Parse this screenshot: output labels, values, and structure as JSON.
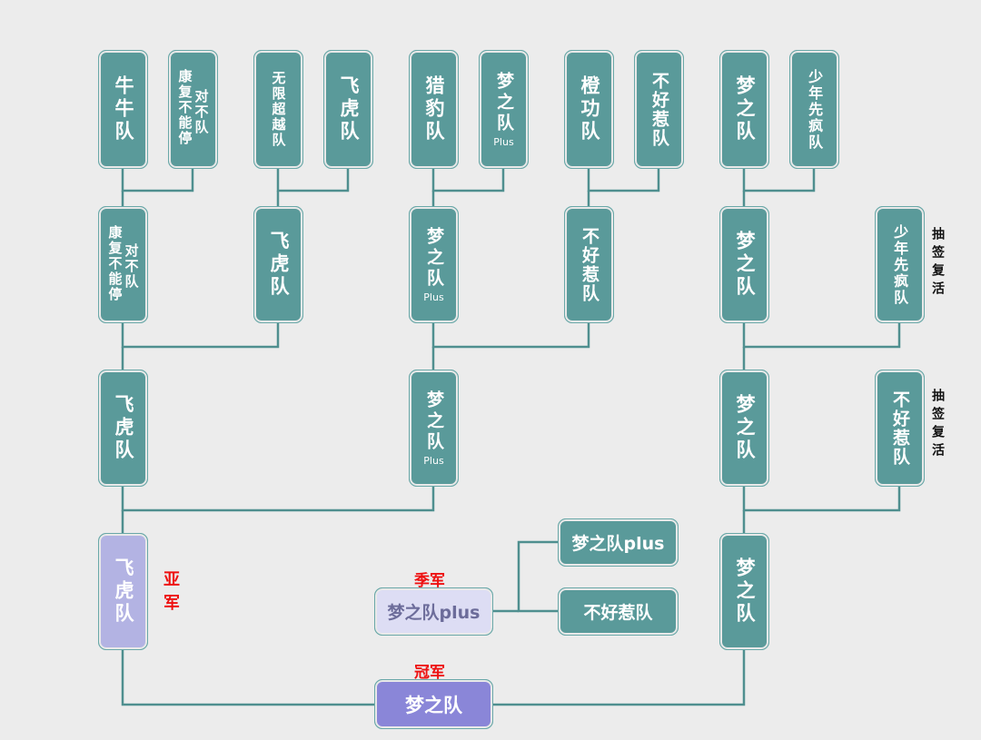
{
  "round1": {
    "niuniu": "牛牛队",
    "kangfu": "康复不能停",
    "kangfu_suffix": "对不队",
    "wuxian": "无限超越队",
    "feihu": "飞虎队",
    "liebao": "猎豹队",
    "mengzhi": "梦之队",
    "mengzhi_sub": "Plus",
    "chenggong": "橙功队",
    "buhaore": "不好惹队",
    "mengzhi2": "梦之队",
    "shaonian": "少年先疯队"
  },
  "round2": {
    "kangfu": "康复不能停",
    "kangfu_suffix": "对不队",
    "feihu": "飞虎队",
    "mengzhi": "梦之队",
    "mengzhi_sub": "Plus",
    "buhaore": "不好惹队",
    "mengzhi2": "梦之队",
    "shaonian": "少年先疯队",
    "shaonian_note": "抽签复活"
  },
  "round3": {
    "feihu": "飞虎队",
    "mengzhi": "梦之队",
    "mengzhi_sub": "Plus",
    "mengzhi2": "梦之队",
    "buhaore": "不好惹队",
    "buhaore_note": "抽签复活"
  },
  "semis": {
    "right": "梦之队"
  },
  "third_place": {
    "left": "梦之队plus",
    "right": "不好惹队",
    "winner": "梦之队plus",
    "label": "季军"
  },
  "runner_up": {
    "team": "飞虎队",
    "label": "亚军"
  },
  "champion": {
    "team": "梦之队",
    "label": "冠军"
  },
  "colors": {
    "box": "#5a9a9a",
    "line": "#4f8f8f",
    "silver": "#b3b3e3",
    "bronze": "#ddddf4",
    "gold": "#8a86d8",
    "award": "#ee1111"
  }
}
